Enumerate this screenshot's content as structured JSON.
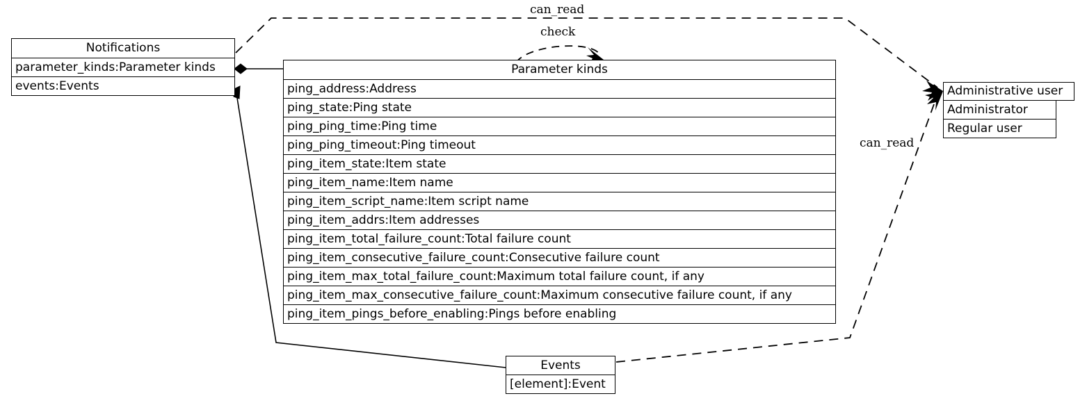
{
  "diagram": {
    "type": "uml-class-diagram",
    "background_color": "#ffffff",
    "line_color": "#000000"
  },
  "classes": {
    "notifications": {
      "name": "Notifications",
      "attributes": [
        "parameter_kinds:Parameter kinds",
        "events:Events"
      ]
    },
    "parameter_kinds": {
      "name": "Parameter kinds",
      "attributes": [
        "ping_address:Address",
        "ping_state:Ping state",
        "ping_ping_time:Ping time",
        "ping_ping_timeout:Ping timeout",
        "ping_item_state:Item state",
        "ping_item_name:Item name",
        "ping_item_script_name:Item script name",
        "ping_item_addrs:Item addresses",
        "ping_item_total_failure_count:Total failure count",
        "ping_item_consecutive_failure_count:Consecutive failure count",
        "ping_item_max_total_failure_count:Maximum total failure count, if any",
        "ping_item_max_consecutive_failure_count:Maximum consecutive failure count, if any",
        "ping_item_pings_before_enabling:Pings before enabling"
      ]
    },
    "administrative_user": {
      "name": "Administrative user",
      "attributes": [
        "Administrator",
        "Regular user"
      ]
    },
    "events": {
      "name": "Events",
      "attributes": [
        "[element]:Event"
      ]
    }
  },
  "edges": [
    {
      "id": "notifications-can-read-admin",
      "label": "can_read",
      "style": "dashed",
      "arrow": "open-arrow",
      "from": "notifications",
      "to": "administrative_user"
    },
    {
      "id": "check-parameter-kinds",
      "label": "check",
      "style": "dashed",
      "arrow": "open-arrow",
      "from": "notifications",
      "to": "parameter_kinds"
    },
    {
      "id": "events-can-read-admin",
      "label": "can_read",
      "style": "dashed",
      "arrow": "open-arrow",
      "from": "events",
      "to": "administrative_user"
    },
    {
      "id": "notifications-composes-parameter-kinds",
      "label": "",
      "style": "solid",
      "arrow": "filled-diamond",
      "from": "notifications",
      "to": "parameter_kinds"
    },
    {
      "id": "notifications-composes-events",
      "label": "",
      "style": "solid",
      "arrow": "filled-diamond",
      "from": "notifications",
      "to": "events"
    }
  ],
  "edge_labels": {
    "can_read_top": "can_read",
    "check": "check",
    "can_read_right": "can_read"
  }
}
